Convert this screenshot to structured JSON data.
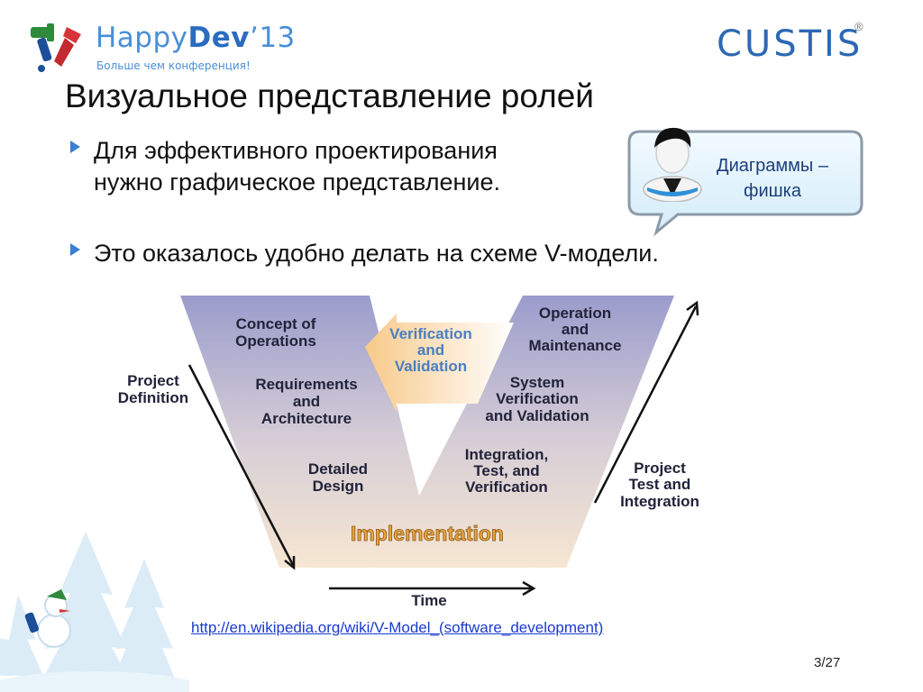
{
  "header": {
    "logo_happy": "Happy",
    "logo_dev": "Dev",
    "logo_year": "’13",
    "logo_tagline": "Больше чем конференция!",
    "brand": "CUSTIS",
    "brand_reg": "®"
  },
  "slide": {
    "title": "Визуальное представление ролей",
    "bullets": [
      {
        "line1": "Для эффективного проектирования",
        "line2": "нужно графическое представление."
      },
      {
        "line1": "Это оказалось удобно делать на схеме V-модели."
      }
    ],
    "callout": {
      "line1": "Диаграммы –",
      "line2": "фишка"
    }
  },
  "diagram": {
    "left_labels": [
      "Concept of",
      "Operations",
      "Requirements",
      "and",
      "Architecture",
      "Detailed",
      "Design"
    ],
    "right_labels": [
      "Operation",
      "and",
      "Maintenance",
      "System",
      "Verification",
      "and Validation",
      "Integration,",
      "Test, and",
      "Verification"
    ],
    "center_labels": [
      "Verification",
      "and",
      "Validation"
    ],
    "implementation": "Implementation",
    "project_definition": [
      "Project",
      "Definition"
    ],
    "project_test": [
      "Project",
      "Test and",
      "Integration"
    ],
    "time": "Time"
  },
  "footer": {
    "link": "http://en.wikipedia.org/wiki/V-Model_(software_development)",
    "page": "3/27"
  },
  "colors": {
    "accent": "#3a7fd0",
    "brand": "#2c68b4",
    "link": "#1a3ad0"
  }
}
